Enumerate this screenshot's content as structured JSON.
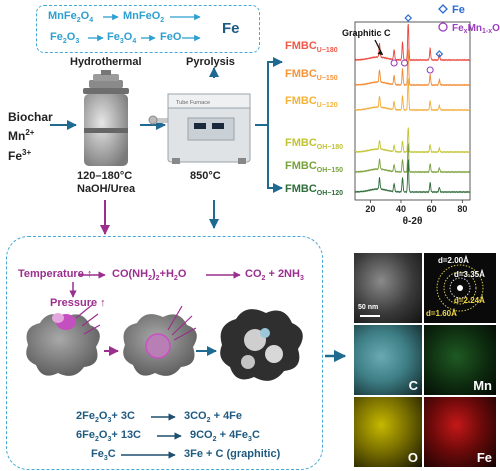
{
  "top_box": {
    "row1": [
      "MnFe2O4",
      "MnFeO2"
    ],
    "row2": [
      "Fe2O3",
      "Fe3O4",
      "FeO"
    ],
    "product": "Fe"
  },
  "process": {
    "inputs": [
      "Biochar",
      "Mn2+",
      "Fe3+"
    ],
    "hydrothermal_label": "Hydrothermal",
    "hydrothermal_conditions": "120–180°C",
    "hydrothermal_reagents": "NaOH/Urea",
    "pyrolysis_label": "Pyrolysis",
    "pyrolysis_temp": "850°C",
    "furnace_label": "Tube Furnace"
  },
  "samples": [
    {
      "base": "FMBC",
      "sub": "U−180",
      "color": "#f15a4a"
    },
    {
      "base": "FMBC",
      "sub": "U−150",
      "color": "#f6943a"
    },
    {
      "base": "FMBC",
      "sub": "U−120",
      "color": "#f3b437"
    },
    {
      "base": "FMBC",
      "sub": "OH−180",
      "color": "#c2c333"
    },
    {
      "base": "FMBC",
      "sub": "OH−150",
      "color": "#78a23c"
    },
    {
      "base": "FMBC",
      "sub": "OH−120",
      "color": "#2f6d3a"
    }
  ],
  "chart_data": {
    "type": "line",
    "xlabel": "θ-2θ",
    "xlim": [
      10,
      85
    ],
    "xticks": [
      20,
      40,
      60,
      80
    ],
    "annotation": "Graphitic C",
    "legend": [
      {
        "symbol": "diamond",
        "label": "Fe",
        "color": "#2b6cd0"
      },
      {
        "symbol": "circle",
        "label": "FexMn1-xO",
        "color": "#9a3fbf"
      }
    ],
    "peaks": {
      "graphitic_c": 26,
      "fe": [
        44.7,
        65
      ],
      "fexmn1xo": [
        35.5,
        41,
        59
      ]
    },
    "series_colors": [
      "#e8463b",
      "#f18a34",
      "#f0ad3b",
      "#c3c432",
      "#7aa03b",
      "#2d6a38"
    ]
  },
  "mechanism": {
    "temperature": "Temperature",
    "pressure": "Pressure",
    "urea_reactants": "CO(NH2)2+H2O",
    "urea_products": "CO2 + 2NH3",
    "reactions": [
      {
        "left": "2Fe2O3+ 3C",
        "right": "3CO2 + 4Fe"
      },
      {
        "left": "6Fe2O3+ 13C",
        "right": "9CO2 + 4Fe3C"
      },
      {
        "left": "Fe3C",
        "right": "3Fe + C (graphitic)"
      }
    ]
  },
  "microscopy": {
    "scale": "50 nm",
    "d_spacings": [
      "d=2.00Å",
      "d=3.35Å",
      "d=2.24Å",
      "d=1.60Å"
    ],
    "elements": [
      "C",
      "Mn",
      "O",
      "Fe"
    ]
  }
}
